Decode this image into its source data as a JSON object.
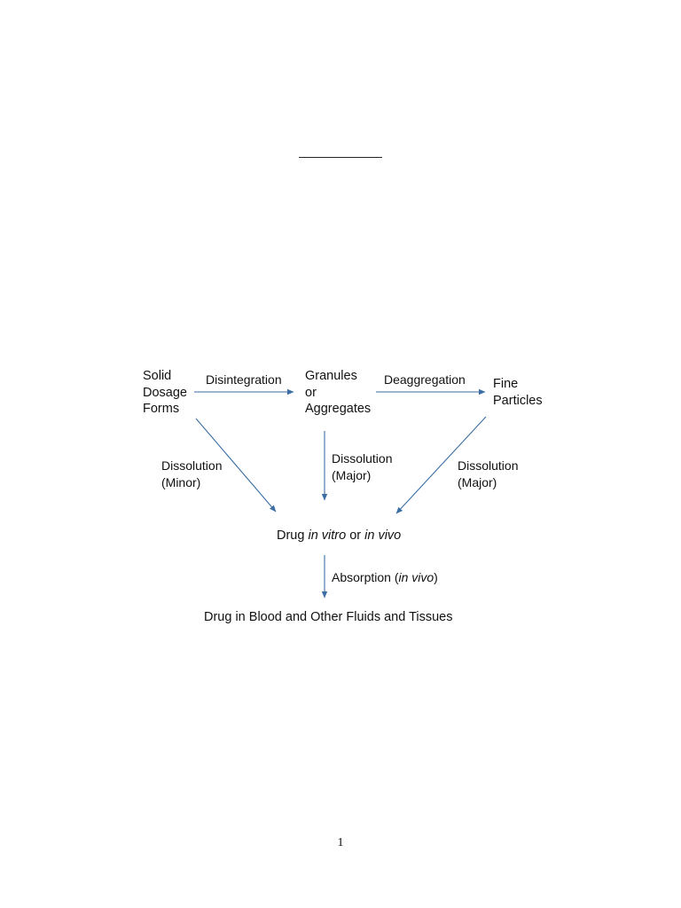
{
  "colors": {
    "arrow": "#3a6ea5",
    "text": "#111111"
  },
  "nodes": {
    "solid_dosage_forms": [
      "Solid",
      "Dosage",
      "Forms"
    ],
    "granules": [
      "Granules",
      "or",
      "Aggregates"
    ],
    "fine_particles": [
      "Fine",
      "Particles"
    ],
    "drug_in_vitro": {
      "prefix": "Drug ",
      "italic_1": "in vitro",
      "middle": " or ",
      "italic_2": "in vivo"
    },
    "drug_in_blood": "Drug in Blood and Other Fluids and Tissues"
  },
  "edge_labels": {
    "disintegration": "Disintegration",
    "deaggregation": "Deaggregation",
    "dissolution_minor": [
      "Dissolution",
      "(Minor)"
    ],
    "dissolution_major_center": [
      "Dissolution",
      "(Major)"
    ],
    "dissolution_major_right": [
      "Dissolution",
      "(Major)"
    ],
    "absorption": {
      "prefix": "Absorption (",
      "italic": "in vivo",
      "suffix": ")"
    }
  },
  "page_number": "1"
}
